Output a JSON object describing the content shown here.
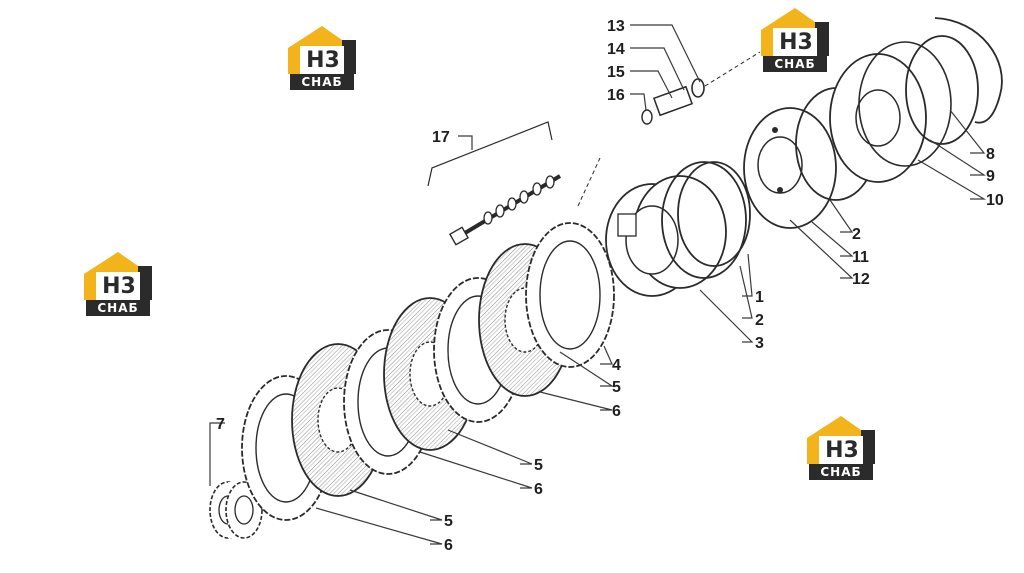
{
  "logo": {
    "monogram": "H3",
    "text": "СНАБ",
    "accent_color": "#f2b31b",
    "dark_color": "#2b2b2b"
  },
  "callouts": [
    "1",
    "2",
    "2",
    "3",
    "4",
    "5",
    "5",
    "5",
    "6",
    "6",
    "6",
    "7",
    "8",
    "9",
    "10",
    "11",
    "12",
    "13",
    "14",
    "15",
    "16",
    "17"
  ],
  "line_color": "#3a3a3a",
  "hatch_color": "#888888"
}
